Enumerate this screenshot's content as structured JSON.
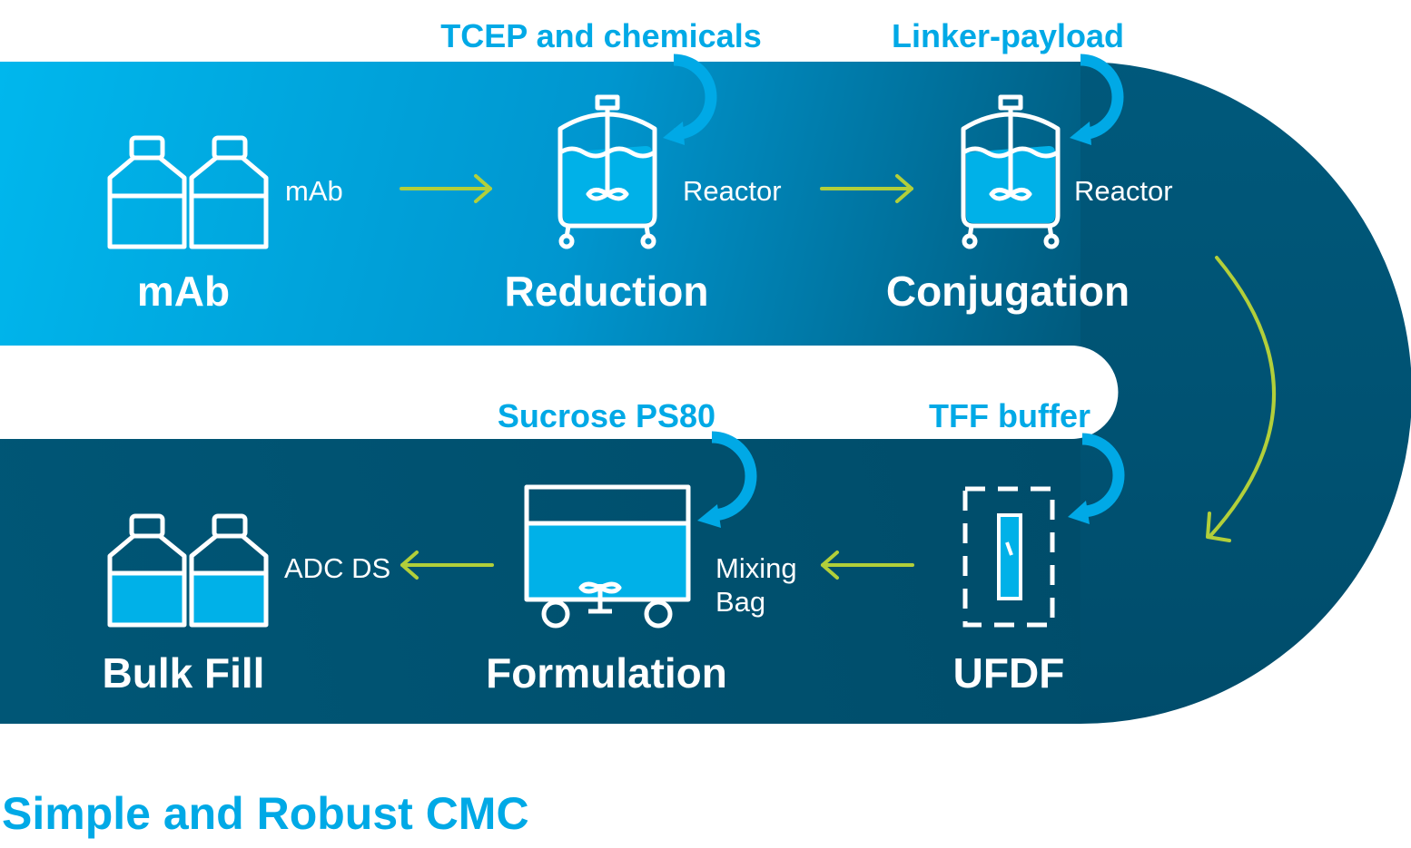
{
  "diagram": {
    "stages": {
      "mab": {
        "title": "mAb",
        "equipment": "mAb"
      },
      "reduction": {
        "title": "Reduction",
        "equipment": "Reactor",
        "input": "TCEP and chemicals"
      },
      "conjugation": {
        "title": "Conjugation",
        "equipment": "Reactor",
        "input": "Linker-payload"
      },
      "ufdf": {
        "title": "UFDF",
        "input": "TFF buffer"
      },
      "formulation": {
        "title": "Formulation",
        "equipment_line1": "Mixing",
        "equipment_line2": "Bag",
        "input": "Sucrose PS80"
      },
      "bulk_fill": {
        "title": "Bulk Fill",
        "equipment": "ADC DS"
      }
    }
  },
  "footer": {
    "title": "Simple and Robust CMC"
  },
  "colors": {
    "band_light": "#00b1e8",
    "band_dark": "#00506f",
    "arrow_flow": "#b2cf3a",
    "accent": "#00a9e6",
    "icon": "#ffffff"
  }
}
